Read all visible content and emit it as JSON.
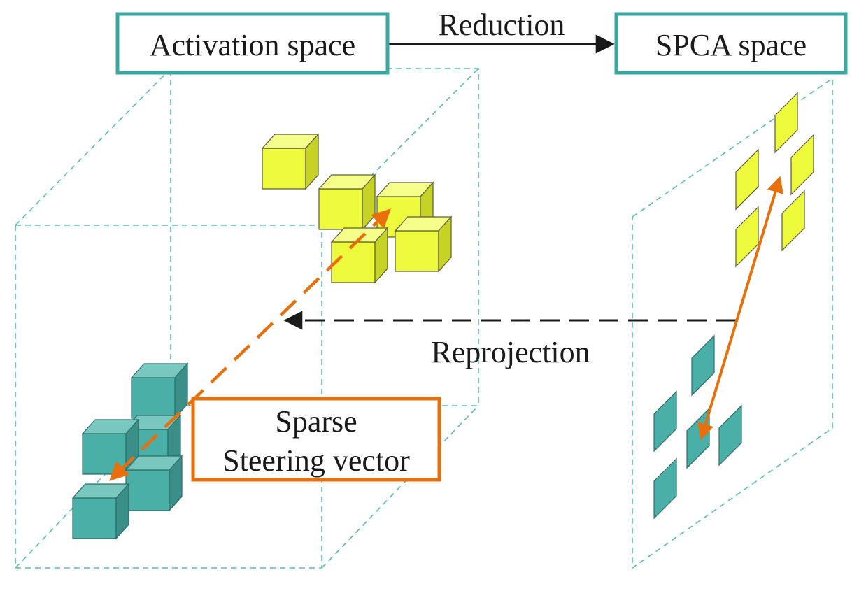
{
  "labels": {
    "activation_space": "Activation space",
    "spca_space": "SPCA space",
    "reduction": "Reduction",
    "reprojection": "Reprojection",
    "steering_line1": "Sparse",
    "steering_line2": "Steering vector"
  },
  "colors": {
    "box_border": "#3aa7a0",
    "steering_border": "#e8700c",
    "arrow_orange": "#e8700c",
    "arrow_black": "#1a1a1a",
    "dashed_teal": "#5cbcb2",
    "yellow_front": "#eefb3c",
    "yellow_top": "#f5ff8a",
    "yellow_side": "#c6d226",
    "teal_front": "#4aafa6",
    "teal_top": "#79c8c0",
    "teal_side": "#3a8f88",
    "cube_outline": "#5a5a40"
  }
}
